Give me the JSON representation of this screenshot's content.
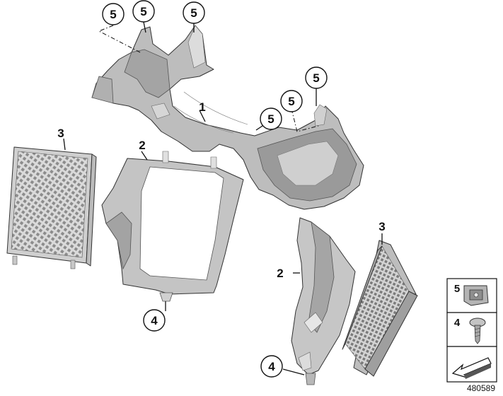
{
  "callouts": {
    "clip_a": "5",
    "clip_b": "5",
    "clip_c": "5",
    "clip_d": "5",
    "clip_e": "5",
    "clip_f": "5",
    "screw_left": "4",
    "screw_right": "4"
  },
  "labels": {
    "air_duct": "1",
    "duct_left": "2",
    "duct_right": "2",
    "grille_left": "3",
    "grille_right": "3"
  },
  "legend": {
    "clip_number": "5",
    "screw_number": "4"
  },
  "diagram_id": "480589",
  "colors": {
    "part_fill": "#c9c9c9",
    "part_dark": "#9d9d9d",
    "part_light": "#e2e2e2",
    "line": "#111111"
  }
}
